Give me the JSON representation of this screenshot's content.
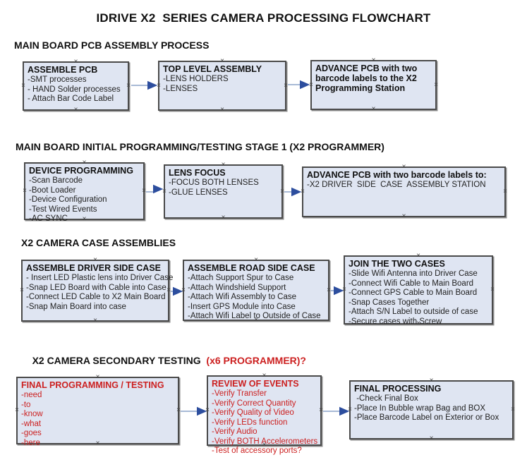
{
  "title": "IDRIVE X2  SERIES CAMERA PROCESSING FLOWCHART",
  "colors": {
    "box_fill": "#dfe5f2",
    "box_border": "#4a4a4a",
    "red_text": "#cc2020",
    "arrow_line": "#8ca3c9",
    "arrow_head": "#2d4e9e"
  },
  "sections": [
    {
      "heading": "MAIN BOARD PCB ASSEMBLY PROCESS"
    },
    {
      "heading": "MAIN BOARD INITIAL PROGRAMMING/TESTING STAGE 1 (X2 PROGRAMMER)"
    },
    {
      "heading": "X2 CAMERA CASE ASSEMBLIES"
    },
    {
      "heading": "X2 CAMERA SECONDARY TESTING ",
      "heading_suffix": " (x6 PROGRAMMER)?"
    }
  ],
  "boxes": [
    {
      "title": "ASSEMBLE PCB",
      "items": [
        "-SMT processes",
        "- HAND Solder processes",
        "- Attach Bar Code Label"
      ]
    },
    {
      "title": "TOP LEVEL ASSEMBLY",
      "items": [
        "-LENS HOLDERS",
        "-LENSES"
      ]
    },
    {
      "title": "ADVANCE PCB with two barcode labels to the  X2 Programming Station",
      "items": []
    },
    {
      "title": "DEVICE PROGRAMMING",
      "items": [
        "-Scan Barcode",
        "-Boot Loader",
        "-Device Configuration",
        "-Test Wired Events",
        "-AC SYNC"
      ]
    },
    {
      "title": "LENS FOCUS",
      "items": [
        "-FOCUS BOTH LENSES",
        "-GLUE LENSES"
      ]
    },
    {
      "title": "ADVANCE PCB with two barcode labels to:",
      "items": [
        "-X2 DRIVER  SIDE  CASE  ASSEMBLY STATION"
      ]
    },
    {
      "title": "ASSEMBLE DRIVER SIDE CASE",
      "items": [
        "- Insert LED Plastic lens into Driver Case",
        "-Snap LED Board with Cable into Case",
        "-Connect LED Cable to X2 Main Board",
        "-Snap Main Board into case"
      ]
    },
    {
      "title": "ASSEMBLE ROAD SIDE CASE",
      "items": [
        "-Attach Support Spur to Case",
        "-Attach Windshield Support",
        "-Attach Wifi Assembly to Case",
        "-Insert GPS Module into Case",
        "-Attach Wifi Label to Outside of Case"
      ]
    },
    {
      "title": "JOIN THE TWO CASES",
      "items": [
        "-Slide Wifi Antenna into Driver Case",
        "-Connect Wifi Cable to Main Board",
        "-Connect GPS Cable to Main Board",
        "-Snap Cases Together",
        "-Attach S/N Label to outside of case",
        "-Secure cases with Screw"
      ]
    },
    {
      "title": "FINAL PROGRAMMING / TESTING",
      "items": [
        "-need",
        "-to",
        "-know",
        "-what",
        "-goes",
        "-here"
      ]
    },
    {
      "title": "REVIEW OF EVENTS",
      "items": [
        "-Verify Transfer",
        "-Verify Correct Quantity",
        "-Verify Quality of Video",
        "-Verify LEDs function",
        "-Verify Audio",
        "-Verify BOTH Accelerometers",
        "-Test of accessory ports?"
      ]
    },
    {
      "title": "FINAL PROCESSING",
      "items": [
        " -Check Final Box",
        "-Place In Bubble wrap Bag and BOX",
        "-Place Barcode Label on Exterior or Box"
      ]
    }
  ]
}
